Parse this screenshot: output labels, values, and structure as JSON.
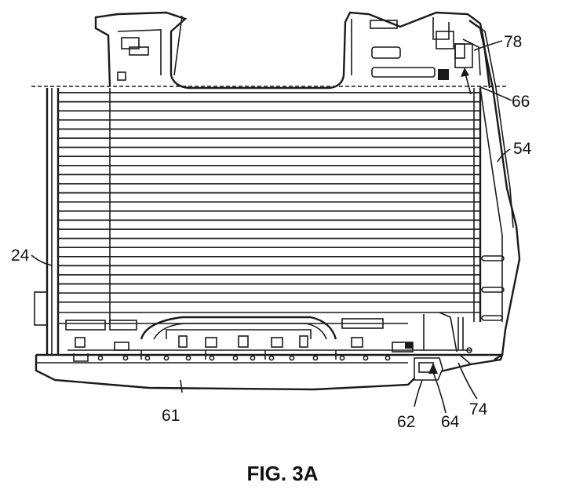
{
  "figure": {
    "caption": "FIG. 3A",
    "labels": {
      "l24": "24",
      "l54": "54",
      "l61": "61",
      "l62": "62",
      "l64": "64",
      "l66": "66",
      "l74": "74",
      "l78": "78"
    }
  },
  "colors": {
    "line": "#1a1a1a",
    "background": "#ffffff"
  }
}
